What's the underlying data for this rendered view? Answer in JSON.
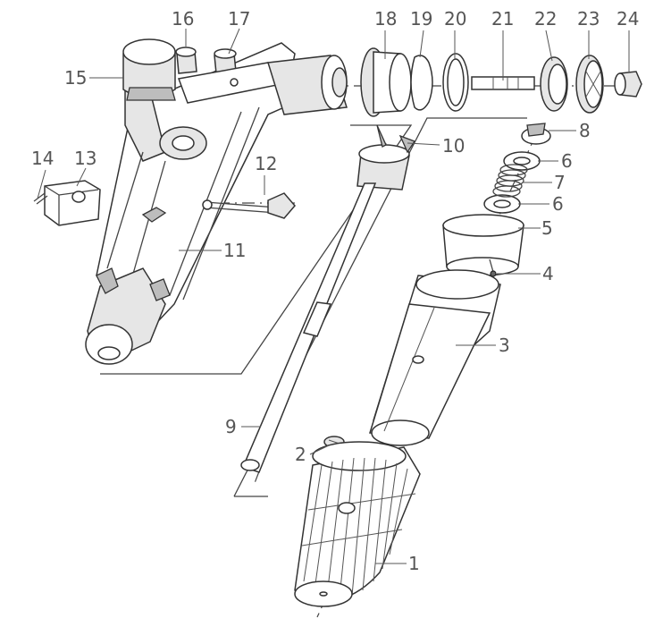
{
  "diagram": {
    "callouts": [
      {
        "label": "1"
      },
      {
        "label": "2"
      },
      {
        "label": "3"
      },
      {
        "label": "4"
      },
      {
        "label": "5"
      },
      {
        "label": "6"
      },
      {
        "label": "7"
      },
      {
        "label": "6"
      },
      {
        "label": "8"
      },
      {
        "label": "9"
      },
      {
        "label": "10"
      },
      {
        "label": "11"
      },
      {
        "label": "12"
      },
      {
        "label": "13"
      },
      {
        "label": "14"
      },
      {
        "label": "15"
      },
      {
        "label": "16"
      },
      {
        "label": "17"
      },
      {
        "label": "18"
      },
      {
        "label": "19"
      },
      {
        "label": "20"
      },
      {
        "label": "21"
      },
      {
        "label": "22"
      },
      {
        "label": "23"
      },
      {
        "label": "24"
      }
    ]
  }
}
